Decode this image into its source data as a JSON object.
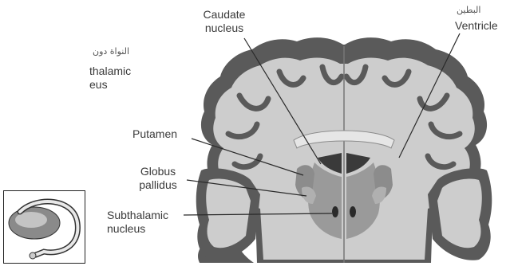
{
  "labels": {
    "caudate_line1": "Caudate",
    "caudate_line2": "nucleus",
    "ventricle_arabic": "البطين",
    "ventricle": "Ventricle",
    "thalamic_arabic": "النواة دون",
    "thalamic_line1": "thalamic",
    "thalamic_line2": "eus",
    "putamen": "Putamen",
    "globus_line1": "Globus",
    "globus_line2": "pallidus",
    "subthalamic_line1": "Subthalamic",
    "subthalamic_line2": "nucleus"
  },
  "colors": {
    "cortex": "#5a5a5a",
    "white_matter": "#cdcdcd",
    "deep_nuclei": "#9a9a9a",
    "ventricle": "#3a3a3a",
    "text": "#3a3a3a"
  }
}
